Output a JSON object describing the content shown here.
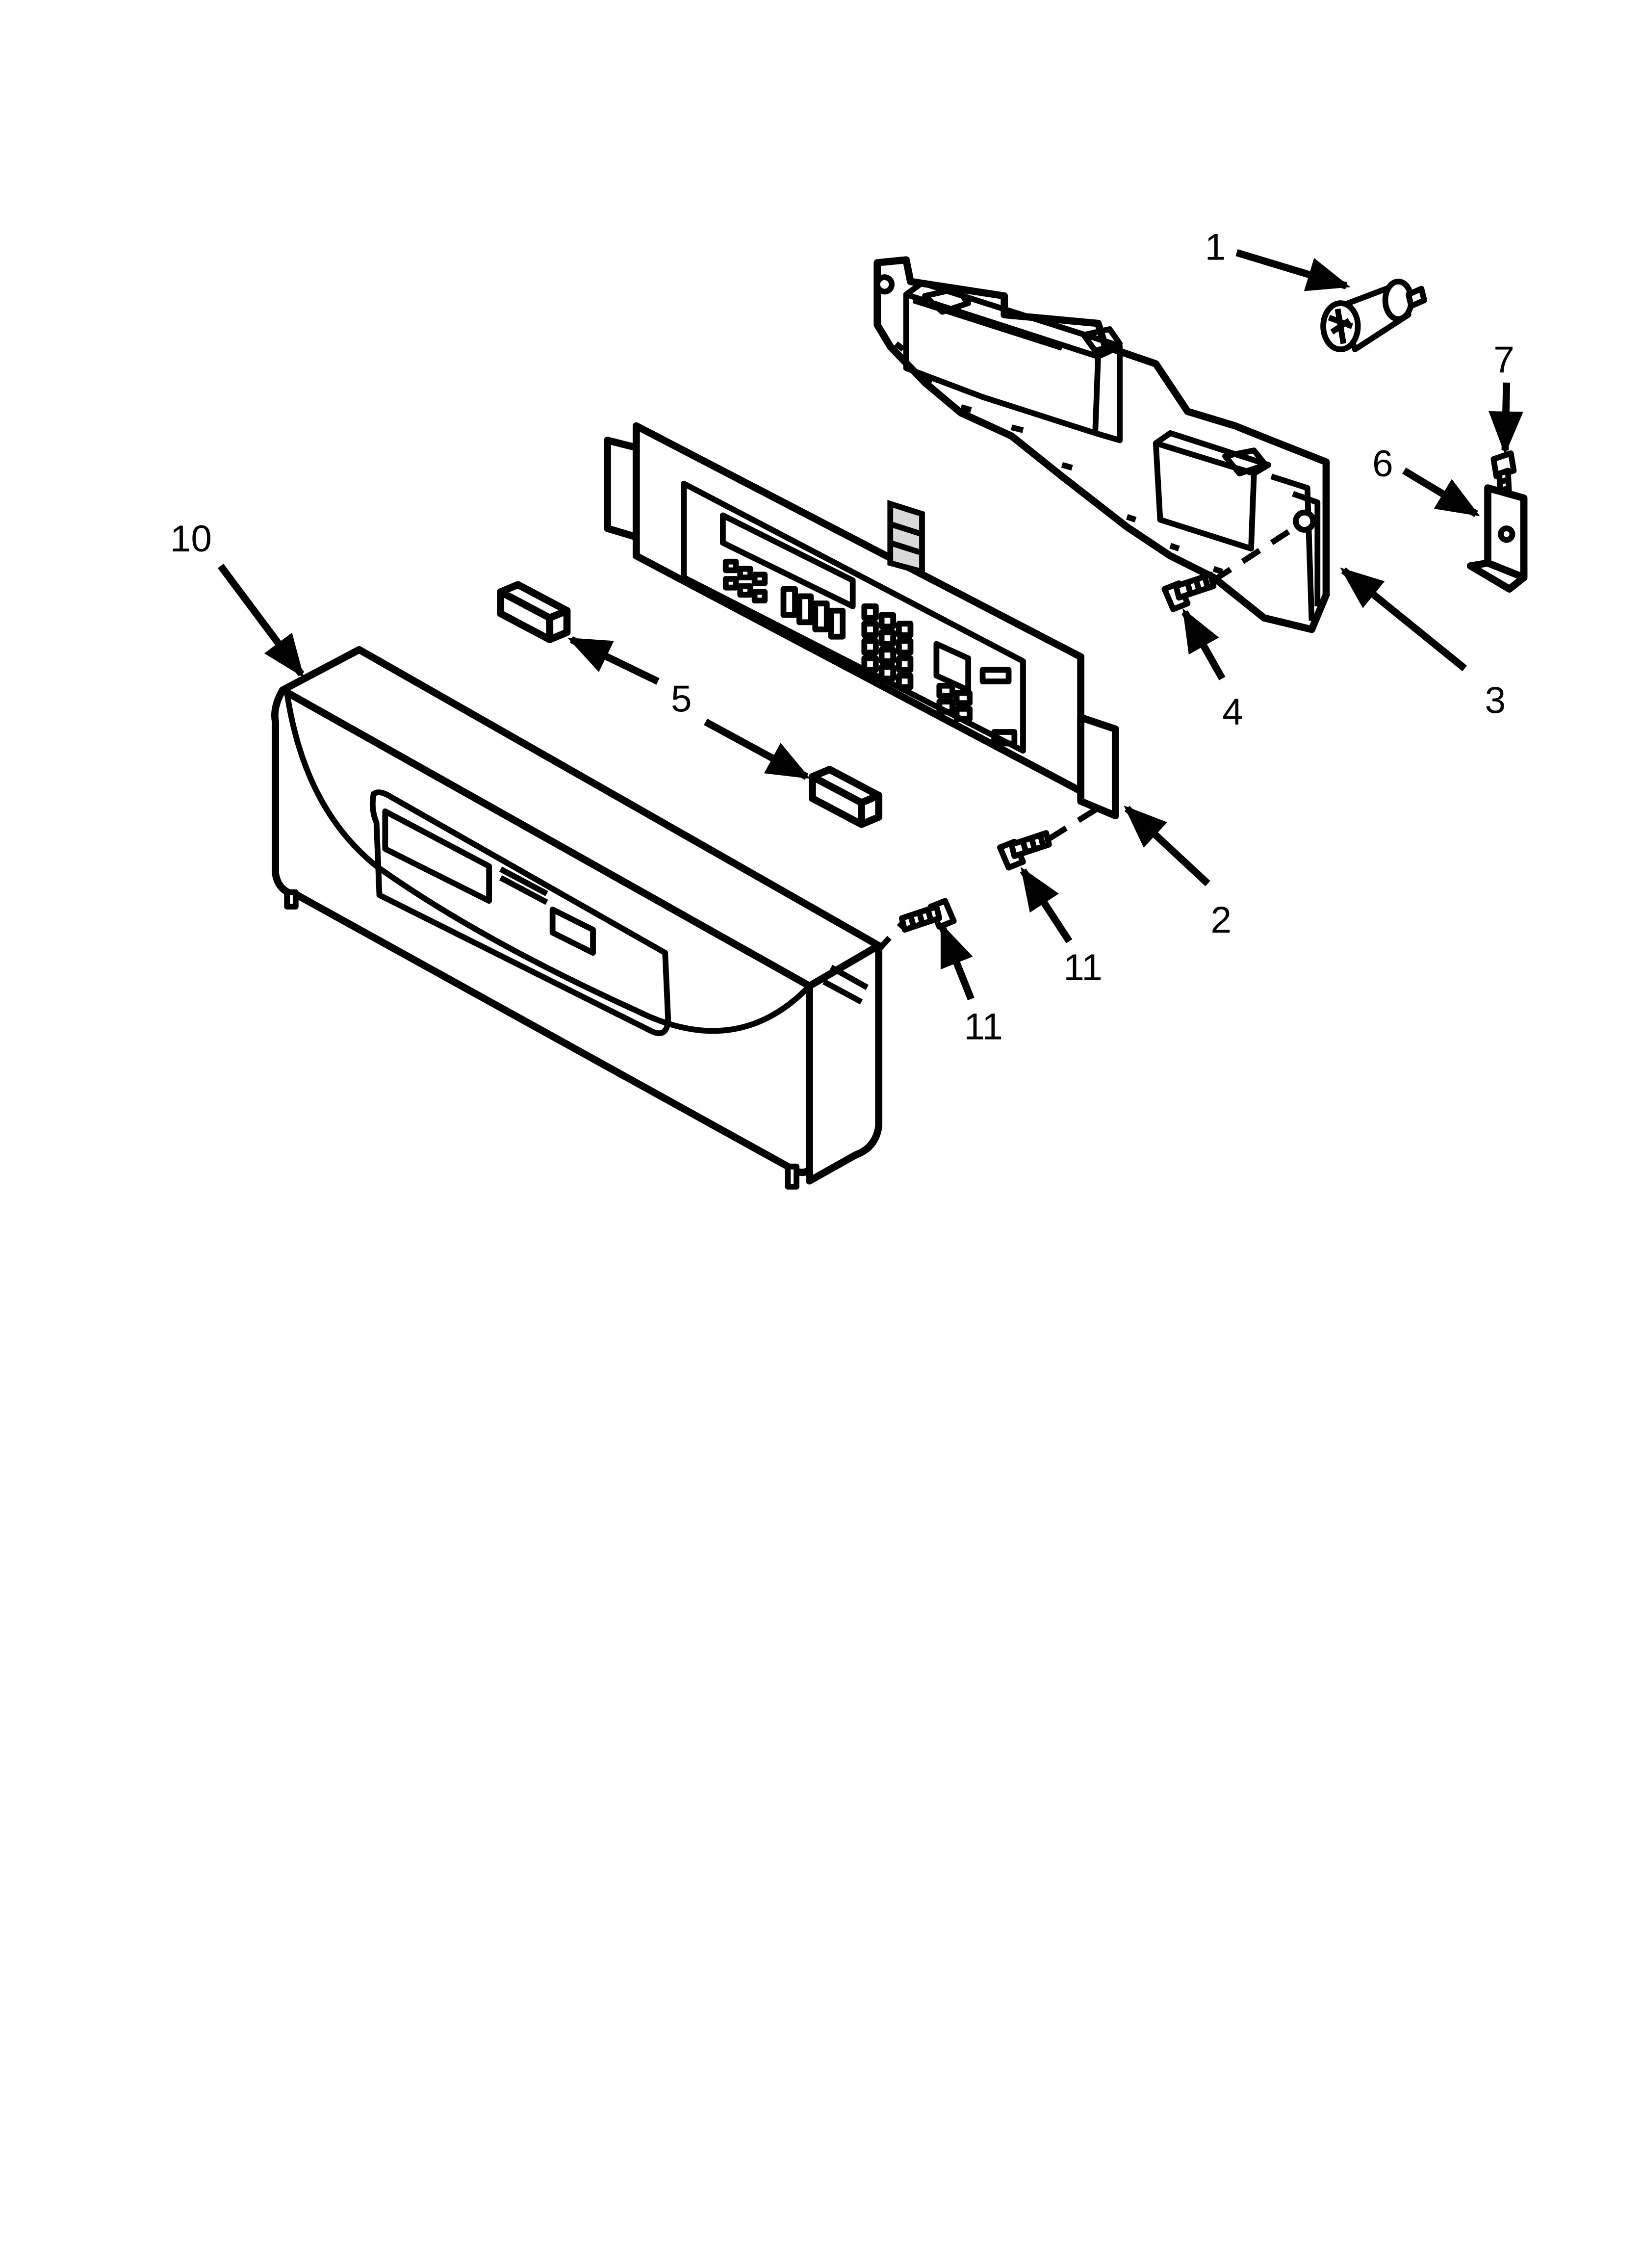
{
  "callouts": {
    "c1": "1",
    "c2": "2",
    "c3": "3",
    "c4": "4",
    "c5": "5",
    "c6": "6",
    "c7": "7",
    "c10": "10",
    "c11a": "11",
    "c11b": "11"
  },
  "colors": {
    "line": "#000000",
    "background": "#ffffff",
    "shade": "#d9d9d9"
  }
}
